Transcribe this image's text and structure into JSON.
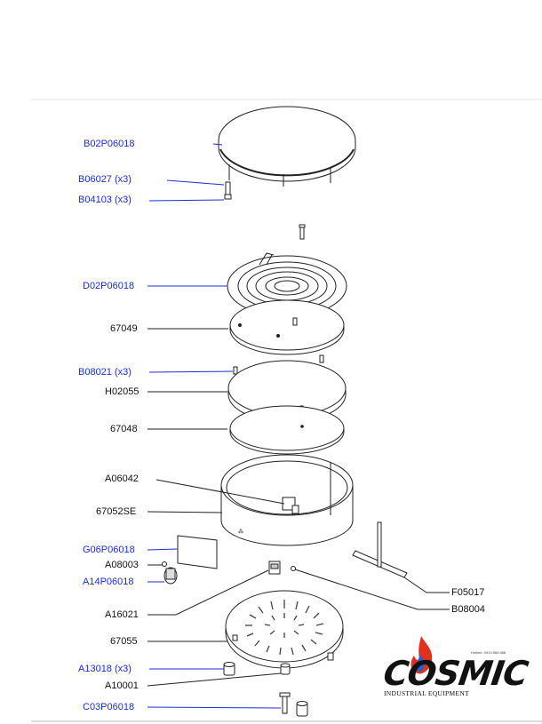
{
  "parts": {
    "b02p06018": "B02P06018",
    "b06027": "B06027  (x3)",
    "b04103": "B04103  (x3)",
    "d02p06018": "D02P06018",
    "p67049": "67049",
    "b08021": "B08021  (x3)",
    "h02055": "H02055",
    "p67048": "67048",
    "a06042": "A06042",
    "p67052se": "67052SE",
    "g06p06018": "G06P06018",
    "a08003": "A08003",
    "a14p06018": "A14P06018",
    "a16021": "A16021",
    "p67055": "67055",
    "a13018": "A13018  (x3)",
    "a10001": "A10001",
    "c03p06018": "C03P06018",
    "f05017": "F05017",
    "b08004": "B08004"
  },
  "logo": {
    "brand": "COSMIC",
    "subtitle": "INDUSTRIAL EQUIPMENT",
    "tagline": "Hotline: 0913 868 888"
  },
  "colors": {
    "blue_label": "#1a2fd6",
    "black_label": "#111111",
    "line": "#222222",
    "flame_red": "#e0301e",
    "flame_blue": "#1f5fd6"
  }
}
